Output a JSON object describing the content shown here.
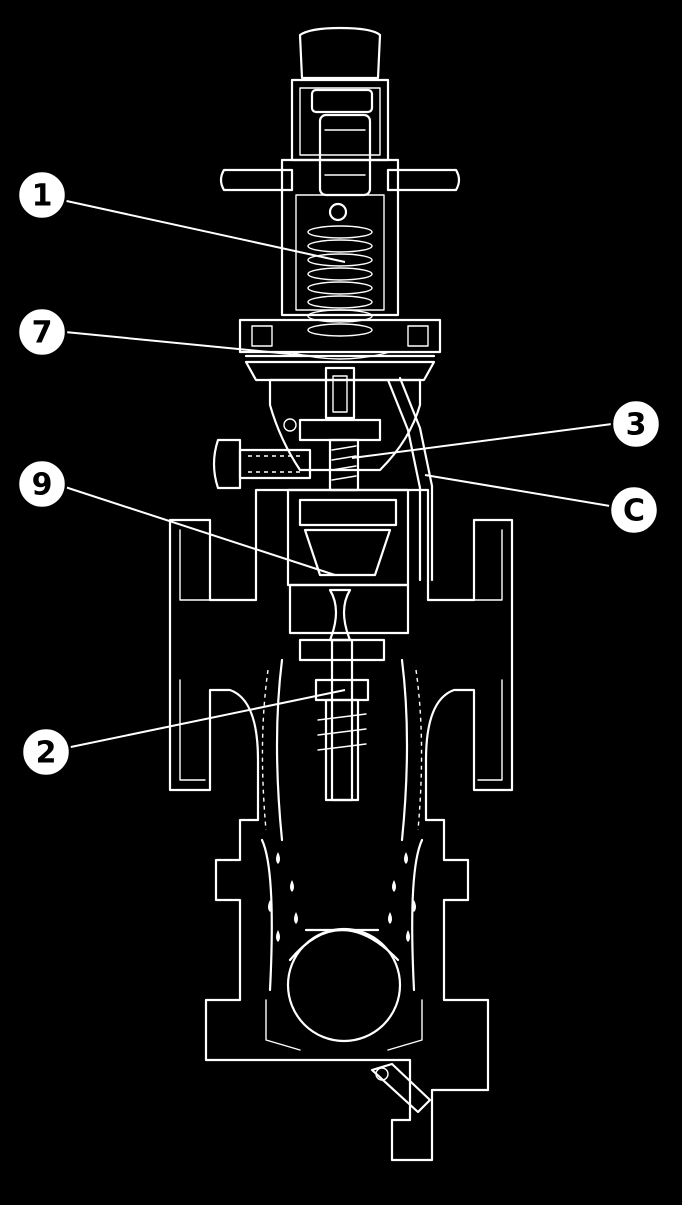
{
  "callouts": [
    {
      "id": "c1",
      "label": "1"
    },
    {
      "id": "c7",
      "label": "7"
    },
    {
      "id": "c3",
      "label": "3"
    },
    {
      "id": "c9",
      "label": "9"
    },
    {
      "id": "cC",
      "label": "C"
    },
    {
      "id": "c2",
      "label": "2"
    }
  ],
  "colors": {
    "background": "#000000",
    "line": "#ffffff",
    "callout_fill": "#ffffff"
  }
}
